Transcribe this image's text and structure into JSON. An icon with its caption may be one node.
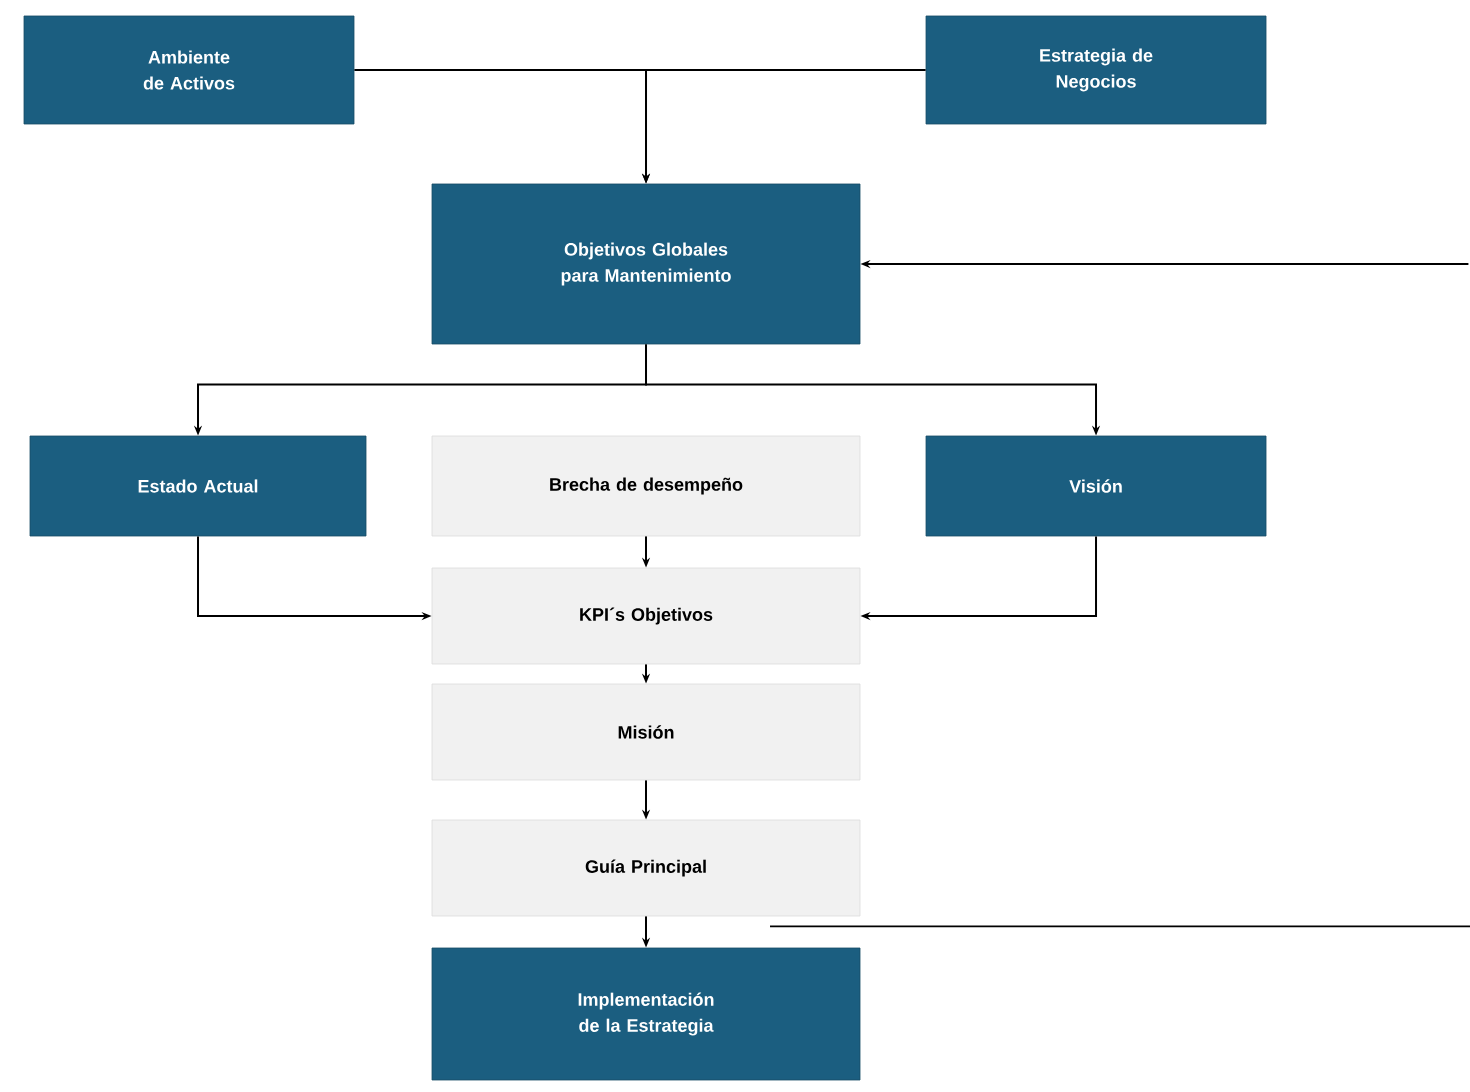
{
  "diagram": {
    "nodes": [
      {
        "text": [
          "Ambiente de Activos"
        ]
      },
      {
        "text": [
          "Estrategia de Negocios"
        ]
      },
      {
        "text": [
          "Objetivos Globales para Mantenimiento"
        ]
      },
      {
        "text": [
          "Estado Actual"
        ]
      },
      {
        "text": [
          "Brecha de desempeño"
        ]
      },
      {
        "text": [
          "Visión"
        ]
      },
      {
        "text": [
          "KPI´s Objetivos"
        ]
      },
      {
        "text": [
          "Misión"
        ]
      },
      {
        "text": [
          "Guía Principal"
        ]
      },
      {
        "text": [
          "Implementación de la Estrategia"
        ]
      }
    ],
    "edges": [
      {
        "from": 0,
        "to": 2,
        "arrow": "to"
      },
      {
        "from": 1,
        "to": 2,
        "arrow": "to"
      },
      {
        "from": null,
        "to": 2,
        "arrow": "to"
      },
      {
        "from": 2,
        "to": 3,
        "arrow": "to"
      },
      {
        "from": 2,
        "to": 5,
        "arrow": "to"
      },
      {
        "from": 3,
        "to": 6,
        "arrow": "to"
      },
      {
        "from": 4,
        "to": 6,
        "arrow": "to"
      },
      {
        "from": 5,
        "to": 6,
        "arrow": "to"
      },
      {
        "from": 6,
        "to": 7,
        "arrow": "to"
      },
      {
        "from": 7,
        "to": 8,
        "arrow": "to"
      },
      {
        "from": 8,
        "to": 9,
        "arrow": "to"
      },
      {
        "from": 8,
        "to": null,
        "arrow": "none"
      }
    ]
  }
}
